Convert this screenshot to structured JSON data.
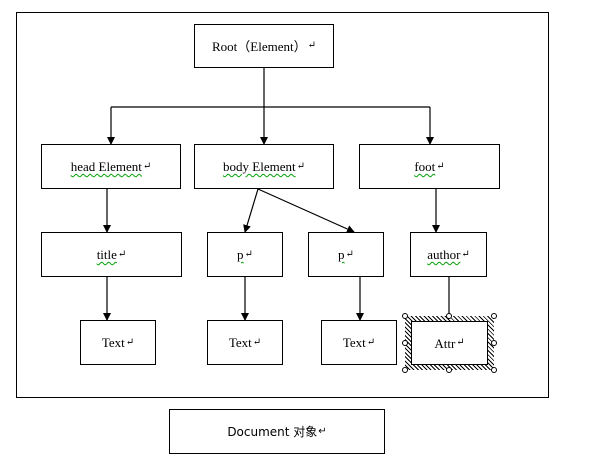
{
  "diagram": {
    "root_label": "Root（Element）",
    "head_label": "head Element",
    "body_label": "body Element",
    "foot_label": "foot",
    "title_label": "title",
    "p1_label": "p",
    "p2_label": "p",
    "author_label": "author",
    "text1_label": "Text",
    "text2_label": "Text",
    "text3_label": "Text",
    "attr_label": "Attr",
    "caption_label": "Document 对象",
    "paragraph_mark": "↵"
  },
  "colors": {
    "line": "#000000",
    "spell_error": "#d00000",
    "grammar_error": "#00a000"
  }
}
